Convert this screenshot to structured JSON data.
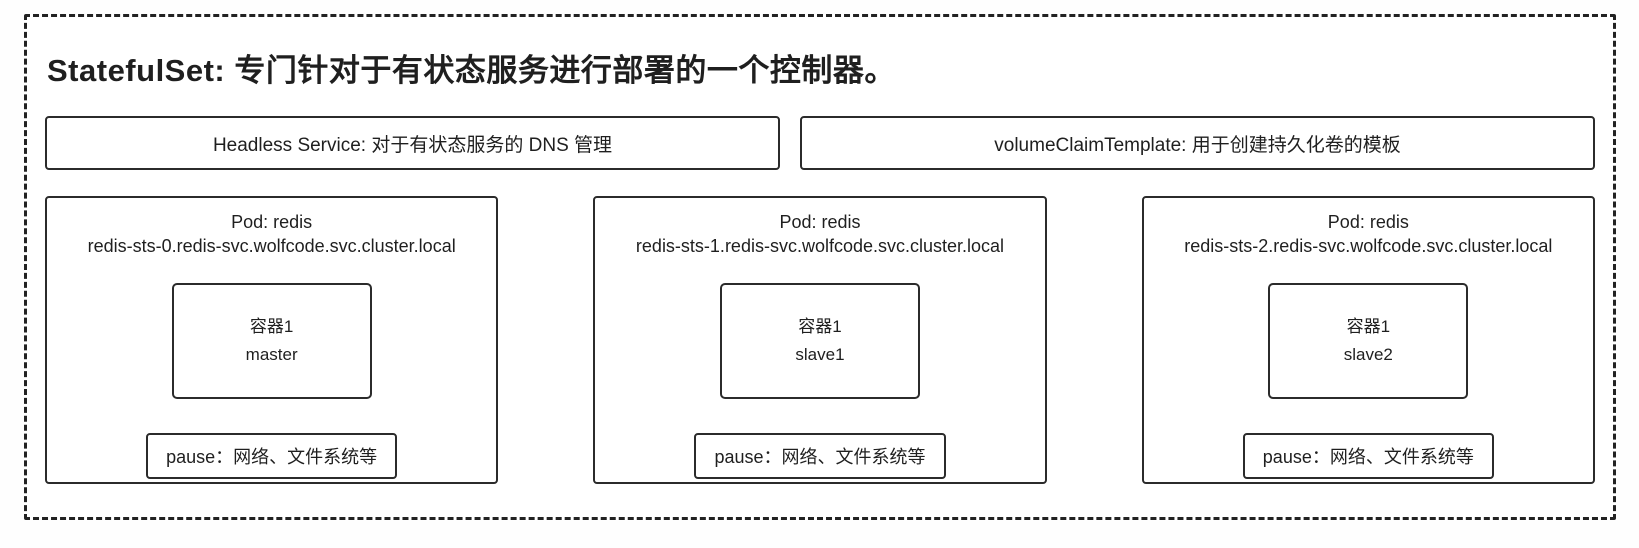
{
  "title": "StatefulSet: 专门针对于有状态服务进行部署的一个控制器。",
  "top_boxes": {
    "headless_service": "Headless Service: 对于有状态服务的 DNS 管理",
    "volume_claim_template": "volumeClaimTemplate: 用于创建持久化卷的模板"
  },
  "pods": [
    {
      "title": "Pod: redis",
      "dns": "redis-sts-0.redis-svc.wolfcode.svc.cluster.local",
      "container_label": "容器1",
      "container_role": "master",
      "pause_label": "pause：网络、文件系统等"
    },
    {
      "title": "Pod: redis",
      "dns": "redis-sts-1.redis-svc.wolfcode.svc.cluster.local",
      "container_label": "容器1",
      "container_role": "slave1",
      "pause_label": "pause：网络、文件系统等"
    },
    {
      "title": "Pod: redis",
      "dns": "redis-sts-2.redis-svc.wolfcode.svc.cluster.local",
      "container_label": "容器1",
      "container_role": "slave2",
      "pause_label": "pause：网络、文件系统等"
    }
  ]
}
